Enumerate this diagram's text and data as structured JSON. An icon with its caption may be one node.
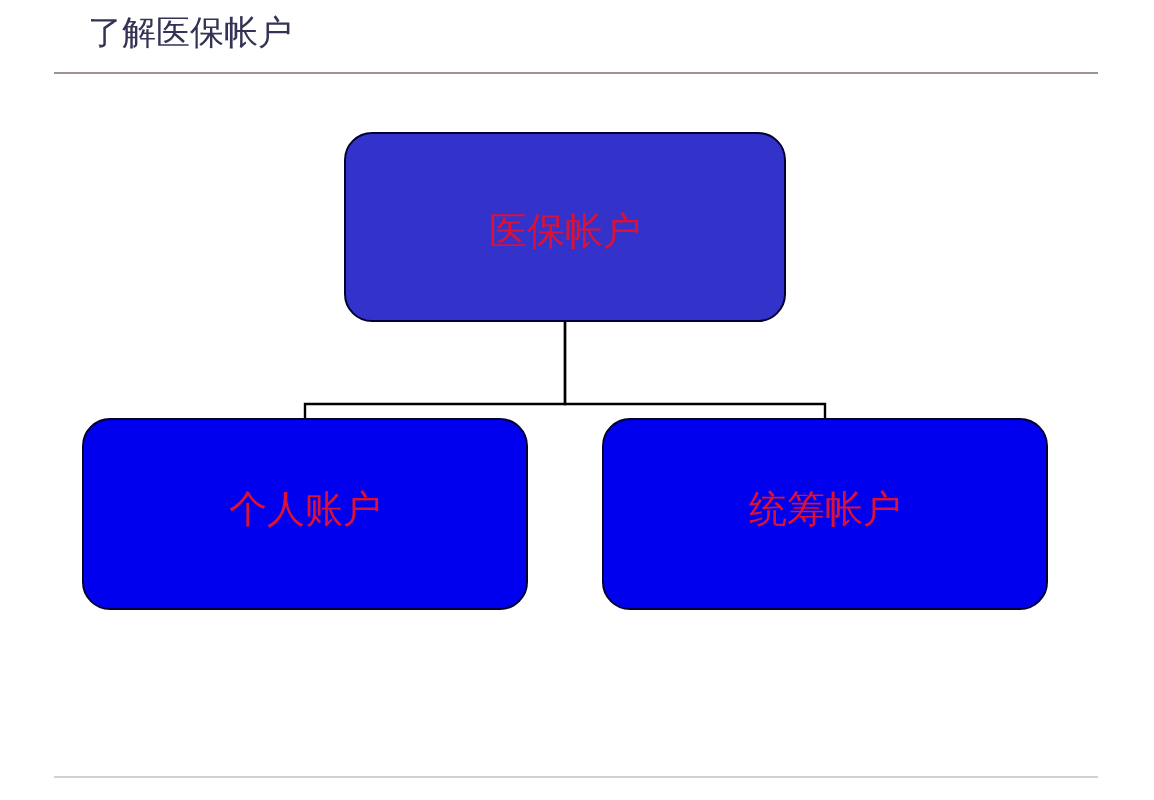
{
  "diagram": {
    "title": "了解医保帐户",
    "nodes": [
      {
        "text": [
          "医保帐户"
        ]
      },
      {
        "text": [
          "个人账户"
        ]
      },
      {
        "text": [
          "统筹帐户"
        ]
      }
    ],
    "edges": [
      {
        "from": 0,
        "to": 1,
        "arrow": "none"
      },
      {
        "from": 0,
        "to": 2,
        "arrow": "none"
      }
    ]
  }
}
